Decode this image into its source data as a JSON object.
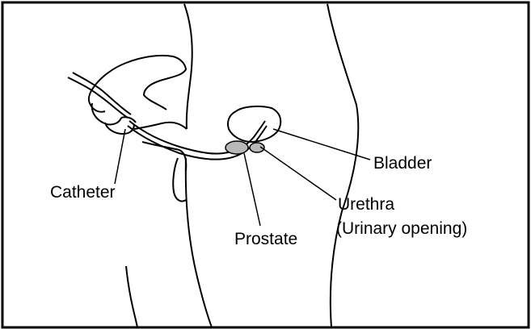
{
  "diagram": {
    "labels": {
      "catheter": "Catheter",
      "bladder": "Bladder",
      "prostate": "Prostate",
      "urethra_line1": "Urethra",
      "urethra_line2": "(Urinary opening)"
    },
    "colors": {
      "ink": "#000000",
      "background": "#ffffff",
      "prostate_fill": "#b8b8b8"
    }
  }
}
